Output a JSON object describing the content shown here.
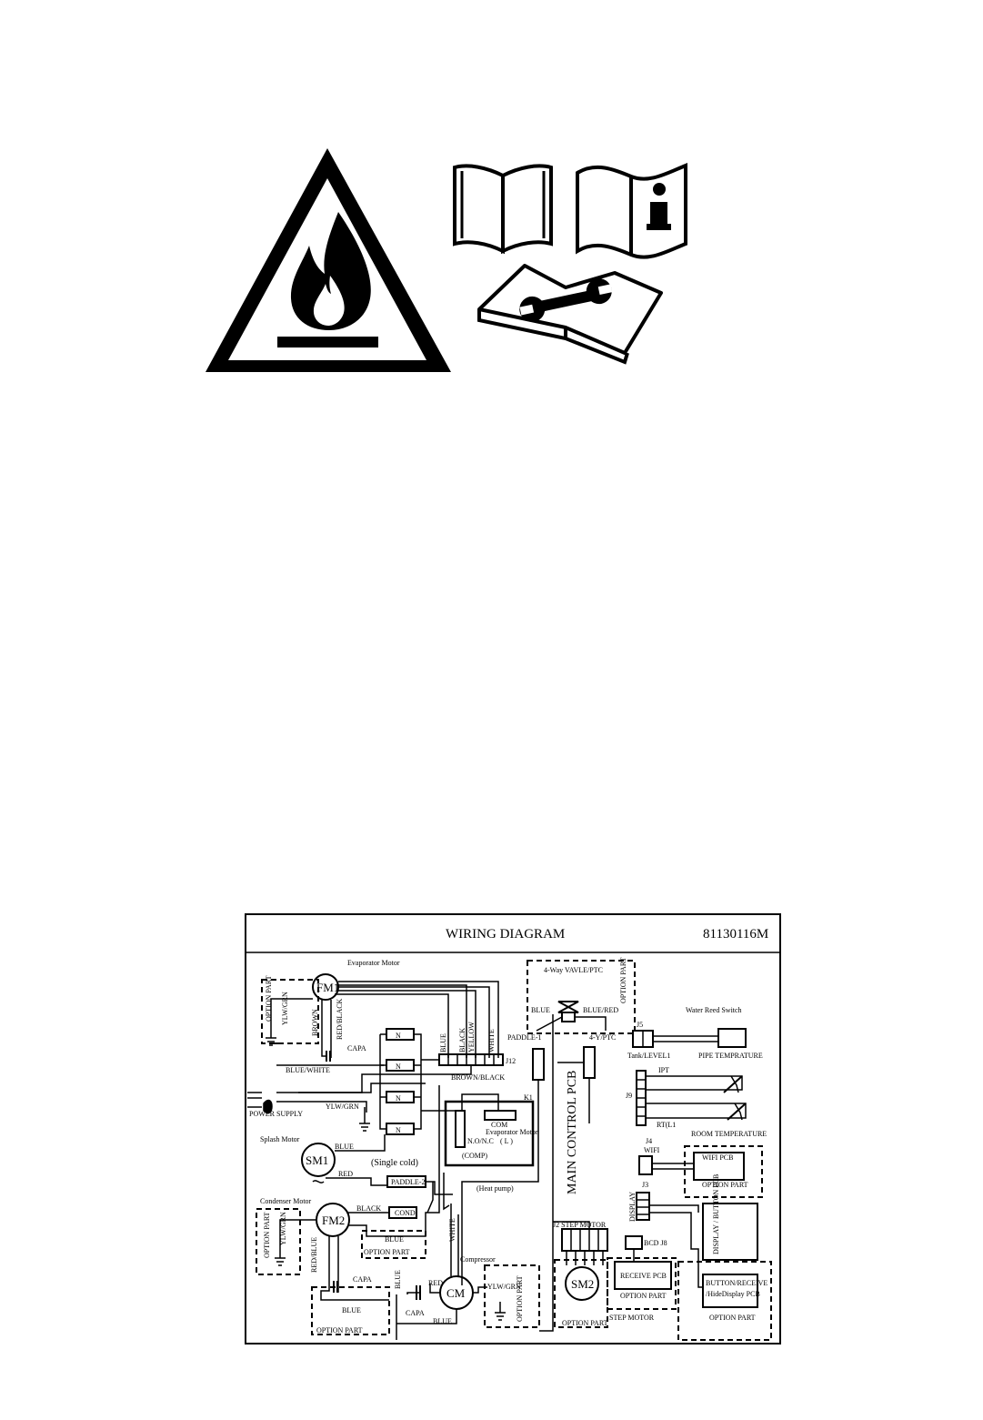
{
  "symbols": {
    "warning": "flammable-warning-icon",
    "manual": "operator-manual-icon",
    "info": "information-icon",
    "service": "service-manual-icon"
  },
  "diagram": {
    "title": "WIRING DIAGRAM",
    "code": "81130116M",
    "labels": {
      "evaporator_motor": "Evaporator Motor",
      "fm1": "FM1",
      "option_part_1": "OPTION PART",
      "ylw_grn_1": "YLW/GRN",
      "brown": "BROWN",
      "red_black": "RED/BLACK",
      "capa_1": "CAPA",
      "blue_white": "BLUE/WHITE",
      "n1": "N",
      "n2": "N",
      "n3": "N",
      "n4": "N",
      "blue_j12": "BLUE",
      "black_j12": "BLACK",
      "yellow_j12": "YELLOW",
      "white_j12": "WHITE",
      "j12": "J12",
      "brown_black": "BROWN/BLACK",
      "power_supply": "POWER SUPPLY",
      "ylw_grn_ps": "YLW/GRN",
      "fourway": "4-Way VAVLE/PTC",
      "option_part_v": "OPTION PART",
      "blue_v": "BLUE",
      "blue_red": "BLUE/RED",
      "paddle_1": "PADDLE-1",
      "fourway_ptc": "4-Y/PTC",
      "k1": "K1",
      "com": "COM",
      "evap_motor_relay": "Evaporator Motor",
      "no_nc": "N.O/N.C",
      "l": "( L )",
      "comp": "(COMP)",
      "heat_pump": "(Heat pump)",
      "main_pcb": "MAIN CONTROL PCB",
      "splash_motor": "Splash Motor",
      "blue_sm1": "BLUE",
      "sm1": "SM1",
      "single_cold": "(Single cold)",
      "red_sm1": "RED",
      "paddle_2": "PADDLE-2",
      "condenser_motor": "Condenser Motor",
      "fm2": "FM2",
      "black_fm2": "BLACK",
      "cond": "COND",
      "blue_fm2": "BLUE",
      "option_part_fm2": "OPTION PART",
      "white_fm2": "WHITE",
      "option_part_2": "OPTION PART",
      "ylw_grn_2": "YLW/GRN",
      "red_blue": "RED/BLUE",
      "capa_2": "CAPA",
      "blue_bottom": "BLUE",
      "option_part_3": "OPTION PART",
      "compressor": "Compressor",
      "red_cm": "RED",
      "ylw_grn_cm": "YLW/GRN",
      "option_part_cm": "OPTION PART",
      "blue_cm1": "BLUE",
      "cm": "CM",
      "capa_cm": "CAPA",
      "blue_cm2": "BLUE",
      "water_reed": "Water Reed Switch",
      "j5": "J5",
      "tank_level": "Tank/LEVEL1",
      "pipe_temp": "PIPE TEMPRATURE",
      "j9": "J9",
      "ipt": "IPT",
      "rt_l1": "RT(L1",
      "room_temp": "ROOM TEMPERATURE",
      "j4": "J4",
      "wifi": "WIFI",
      "wifi_pcb": "WIFI PCB",
      "option_part_wifi": "OPTION PART",
      "j3": "J3",
      "display": "DISPLAY",
      "display_button": "DISPLAY / BUTTON PCB",
      "j2": "J2 STEP MOTOR",
      "bcd_j8": "BCD J8",
      "sm2": "SM2",
      "option_part_sm2": "OPTION PART",
      "receive_pcb": "RECEIVE PCB",
      "option_part_rx": "OPTION PART",
      "step_motor": "STEP MOTOR",
      "button_receive": "BUTTON/RECEIVE",
      "hide_display": "/HideDisplay PCB",
      "option_part_btn": "OPTION PART"
    }
  }
}
